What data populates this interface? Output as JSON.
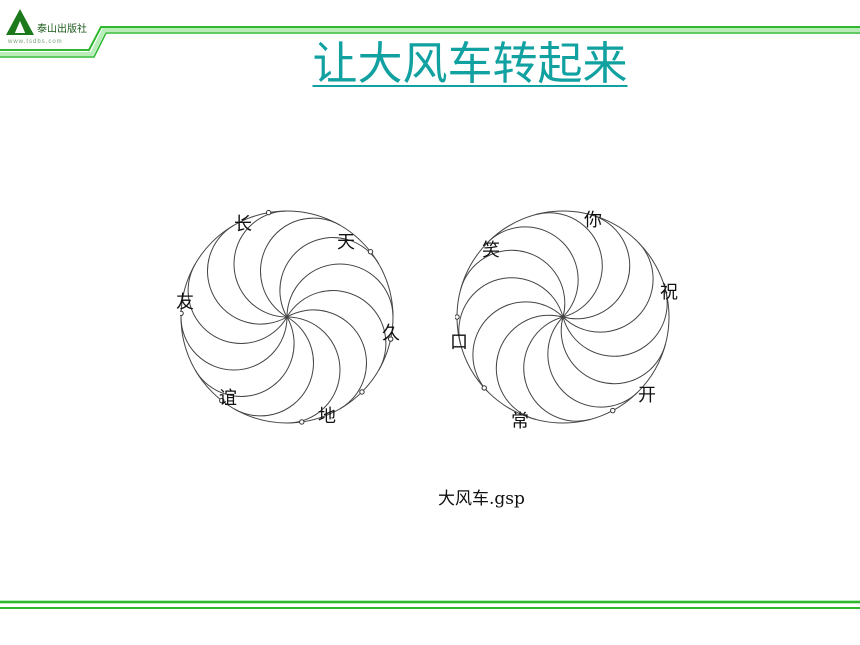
{
  "header": {
    "logo_text": "泰山出版社",
    "logo_url": "www.tsdbs.com"
  },
  "title": "让大风车转起来",
  "windmill_left": {
    "chars": [
      "长",
      "天",
      "久",
      "地",
      "谊",
      "友"
    ]
  },
  "windmill_right": {
    "chars": [
      "你",
      "祝",
      "开",
      "常",
      "口",
      "笑"
    ]
  },
  "file_caption": "大风车.gsp",
  "colors": {
    "band_green": "#2fb82f",
    "band_light_green": "#b8ecb8",
    "title_teal": "#11a1a1",
    "logo_green": "#1c7a1c"
  }
}
